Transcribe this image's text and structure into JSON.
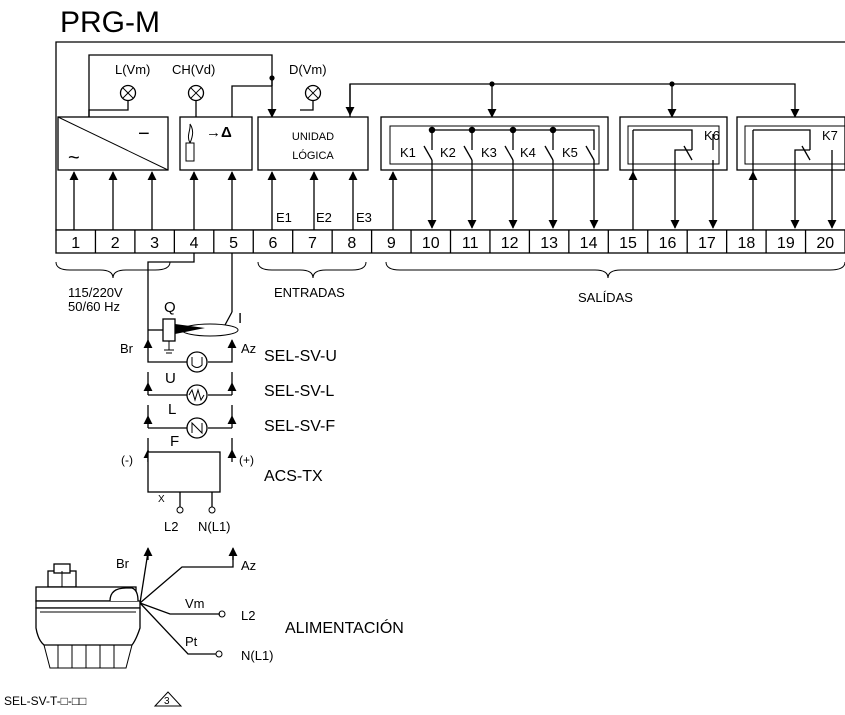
{
  "title": "PRG-M",
  "lamps": {
    "l": "L(Vm)",
    "ch": "CH(Vd)",
    "d": "D(Vm)"
  },
  "logic": {
    "line1": "UNIDAD",
    "line2": "LÓGICA"
  },
  "flame_symbol": "→Δ",
  "supply_symbol": {
    "minus": "−",
    "ac": "~"
  },
  "inputs": [
    "E1",
    "E2",
    "E3"
  ],
  "relays": [
    "K1",
    "K2",
    "K3",
    "K4",
    "K5",
    "K6",
    "K7"
  ],
  "terminals": [
    "1",
    "2",
    "3",
    "4",
    "5",
    "6",
    "7",
    "8",
    "9",
    "10",
    "11",
    "12",
    "13",
    "14",
    "15",
    "16",
    "17",
    "18",
    "19",
    "20"
  ],
  "groups": {
    "power_line1": "115/220V",
    "power_line2": "50/60 Hz",
    "inputs": "ENTRADAS",
    "outputs": "SALÍDAS"
  },
  "sensors": {
    "q": "Q",
    "i": "I",
    "br": "Br",
    "az": "Az",
    "u": "U",
    "l": "L",
    "f": "F",
    "sel_u": "SEL-SV-U",
    "sel_l": "SEL-SV-L",
    "sel_f": "SEL-SV-F"
  },
  "acs": {
    "label": "ACS-TX",
    "minus": "(-)",
    "plus": "(+)",
    "x": "X",
    "l2": "L2",
    "n": "N(L1)"
  },
  "device": {
    "br": "Br",
    "az": "Az",
    "vm": "Vm",
    "pt": "Pt",
    "l2": "L2",
    "n": "N(L1)",
    "supply": "ALIMENTACIÓN",
    "model": "SEL-SV-T-□-□□",
    "note": "3"
  }
}
